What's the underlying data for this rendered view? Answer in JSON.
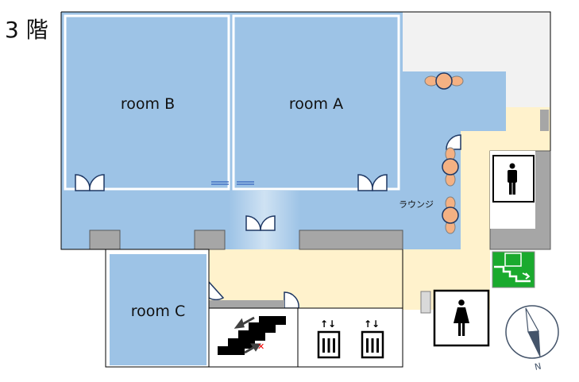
{
  "floor_label": "3 階",
  "rooms": {
    "room_b": "room B",
    "room_a": "room A",
    "room_c": "room C",
    "lounge": "ラウンジ"
  },
  "compass": {
    "north_label": "N"
  },
  "colors": {
    "room": "#9dc3e6",
    "hall": "#fff2cc",
    "wall": "#a6a6a6",
    "exit": "#1aaa2e",
    "furniture": "#f4b183"
  }
}
